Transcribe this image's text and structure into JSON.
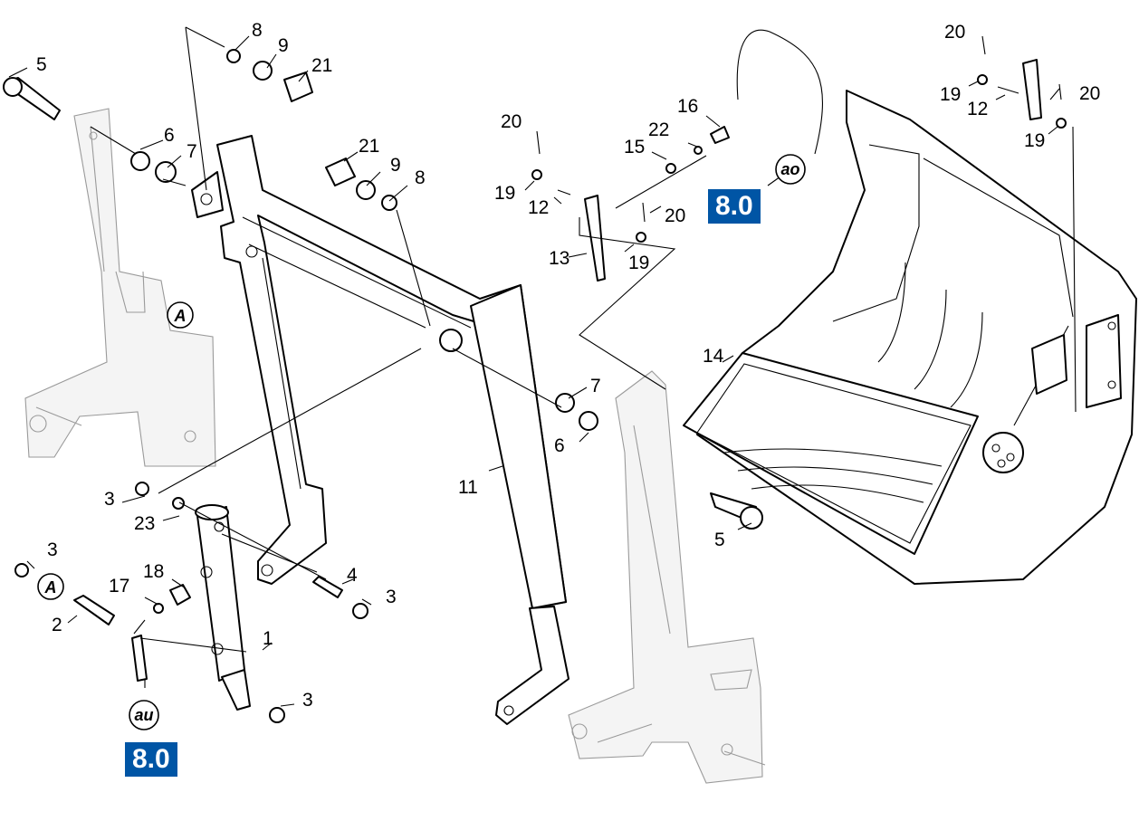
{
  "callouts": {
    "c1": "1",
    "c2": "2",
    "c3a": "3",
    "c3b": "3",
    "c3c": "3",
    "c3d": "3",
    "c4": "4",
    "c5a": "5",
    "c5b": "5",
    "c6a": "6",
    "c6b": "6",
    "c7a": "7",
    "c7b": "7",
    "c8a": "8",
    "c8b": "8",
    "c9a": "9",
    "c9b": "9",
    "c11": "11",
    "c12a": "12",
    "c12b": "12",
    "c13": "13",
    "c14": "14",
    "c15": "15",
    "c16": "16",
    "c17": "17",
    "c18": "18",
    "c19a": "19",
    "c19b": "19",
    "c19c": "19",
    "c19d": "19",
    "c20a": "20",
    "c20b": "20",
    "c20c": "20",
    "c20d": "20",
    "c21a": "21",
    "c21b": "21",
    "c22": "22",
    "c23": "23"
  },
  "circled_markers": {
    "a_top": "A",
    "a_bottom": "A",
    "ao": "ao",
    "au": "au"
  },
  "reference_boxes": {
    "top": "8.0",
    "bottom": "8.0"
  },
  "colors": {
    "reference_box": "#0055a5",
    "ghost_lines": "#9a9a9a"
  }
}
